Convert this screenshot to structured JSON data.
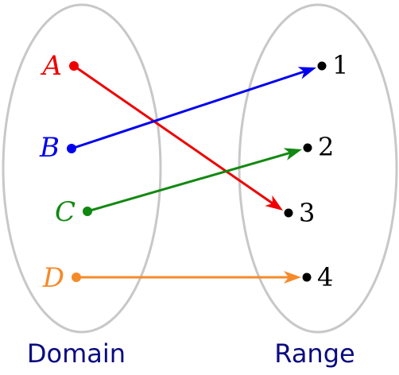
{
  "colors": {
    "ellipse_stroke": "#c8c8c8",
    "title": "#0b0b80",
    "dot_range": "#000000"
  },
  "domain": {
    "title": "Domain",
    "elements": [
      {
        "label": "A",
        "color": "#ee0000"
      },
      {
        "label": "B",
        "color": "#0000ee"
      },
      {
        "label": "C",
        "color": "#118811"
      },
      {
        "label": "D",
        "color": "#f58a2a"
      }
    ]
  },
  "range": {
    "title": "Range",
    "elements": [
      {
        "label": "1"
      },
      {
        "label": "2"
      },
      {
        "label": "3"
      },
      {
        "label": "4"
      }
    ]
  },
  "mapping": [
    {
      "from": "A",
      "to": "3"
    },
    {
      "from": "B",
      "to": "1"
    },
    {
      "from": "C",
      "to": "2"
    },
    {
      "from": "D",
      "to": "4"
    }
  ]
}
